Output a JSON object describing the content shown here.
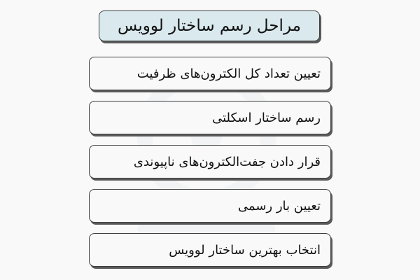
{
  "diagram": {
    "title": "مراحل رسم ساختار لوویس",
    "steps": [
      "تعیین تعداد کل الکترون‌های ظرفیت",
      "رسم ساختار اسکلتی",
      "قرار دادن جفت‌الکترون‌های ناپیوندی",
      "تعیین بار رسمی",
      "انتخاب بهترین ساختار لوویس"
    ]
  },
  "colors": {
    "background": "#f9f9f9",
    "title_fill": "#d9e9ee",
    "border": "#3f3f3f",
    "shadow": "#5a5a5a",
    "text": "#111111"
  }
}
